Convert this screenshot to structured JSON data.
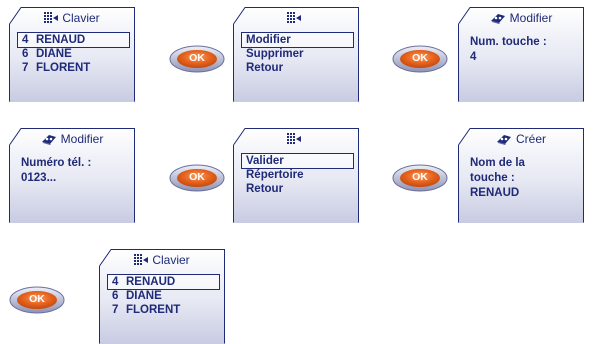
{
  "row1": {
    "screen1": {
      "title": "Clavier",
      "icon": "keypad-icon",
      "items": [
        {
          "num": "4",
          "name": "RENAUD"
        },
        {
          "num": "6",
          "name": "DIANE"
        },
        {
          "num": "7",
          "name": "FLORENT"
        }
      ]
    },
    "screen2": {
      "icon": "keypad-icon",
      "items": [
        "Modifier",
        "Supprimer",
        "Retour"
      ]
    },
    "screen3": {
      "title": "Modifier",
      "icon": "phonebook-icon",
      "lines": [
        "Num. touche :",
        "4"
      ]
    }
  },
  "row2": {
    "screen1": {
      "title": "Modifier",
      "icon": "phonebook-icon",
      "lines": [
        "Numéro tél. :",
        "0123..."
      ]
    },
    "screen2": {
      "icon": "keypad-icon",
      "items": [
        "Valider",
        "Répertoire",
        "Retour"
      ]
    },
    "screen3": {
      "title": "Créer",
      "icon": "phonebook-icon",
      "lines": [
        "Nom de la",
        "touche :",
        "RENAUD"
      ]
    }
  },
  "row3": {
    "screen1": {
      "title": "Clavier",
      "icon": "keypad-icon",
      "items": [
        {
          "num": "4",
          "name": "RENAUD"
        },
        {
          "num": "6",
          "name": "DIANE"
        },
        {
          "num": "7",
          "name": "FLORENT"
        }
      ]
    }
  },
  "ok_label": "OK",
  "colors": {
    "text": "#1f2a78",
    "ok": "#e8641e",
    "screen_bottom": "#c8cbe2"
  }
}
